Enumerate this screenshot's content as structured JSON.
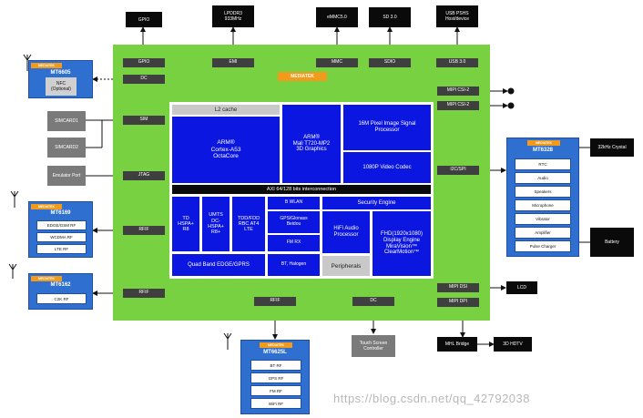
{
  "chip": {
    "brand": "MEDIATEK",
    "top_pins": [
      "GPIO",
      "EMI",
      "MMC",
      "SDIO",
      "USB 3.0"
    ],
    "left_pins": [
      "DC",
      "SIM",
      "JTAG",
      "RFIF",
      "RFIF"
    ],
    "right_pins": [
      "MIPI CSI-2",
      "MIPI CSI-2",
      "I2C/SPI",
      "MIPI DSI",
      "MIPI DPI"
    ],
    "bottom_pins": [
      "RFIF",
      "DC"
    ],
    "l2_cache": "L2 cache",
    "cpu": "ARM®\nCortex-A53\nOctaCore",
    "gpu": "ARM®\nMali T720-MP2\n3D Graphics",
    "isp": "16M Pixel Image Signal\nProcessor",
    "video": "1080P Video Codec",
    "bus": "AXI 64/128 bits interconnection",
    "modem_td": "TD\nHSPA+\nR8",
    "modem_umts": "UMTS\nDC-\nHSPA+\nR8+",
    "modem_lte": "TDD/FDD\nRBC AT4\nLTE",
    "wlan": "B WLAN",
    "gps": "GPS/Glonass\nBeidou",
    "fmrx": "FM RX",
    "bt": "BT, Halogen",
    "security": "Security Engine",
    "audio": "HiFi Audio\nProcessor",
    "display": "FHD(1920x1080)\nDisplay Engine\nMiraVision™\nClearMotion™",
    "quad": "Quad Band EDGE/GPRS",
    "peripherals": "Peripherals"
  },
  "external": {
    "gpio": "GPIO",
    "lpddr": "LPDDR3\n933MHz",
    "emmc": "eMMC5.0",
    "sd": "SD 3.0",
    "usb": "USB PSHS\nHost/device",
    "sim1": "SIMCARD1",
    "sim2": "SIMCARD2",
    "emulator": "Emulator Port",
    "touch": "Touch Screen\nController",
    "lcd": "LCD",
    "mhl": "MHL Bridge",
    "hdtv": "3D HDTV",
    "crystal": "32kHz Crystal",
    "battery": "Battery"
  },
  "companion": {
    "logo": "MEDIATEK",
    "nfc_title": "MT6605",
    "nfc_sub": "NFC\n(Optional)",
    "rf1_title": "MT6169",
    "rf1_rows": [
      "EDGE/GSM RF",
      "WCDMA RF",
      "LTE RF"
    ],
    "rf2_title": "MT6162",
    "rf2_rows": [
      "C2K RF"
    ],
    "conn_title": "MT6625L",
    "conn_rows": [
      "BT RF",
      "GPS RF",
      "FM RF",
      "WiFi RF"
    ],
    "pmic_title": "MT6328",
    "pmic_rows": [
      "RTC",
      "Audio",
      "Speakers",
      "Microphone",
      "Vibrator",
      "Amplifier",
      "Pulse Charger"
    ]
  },
  "watermark": "https://blog.csdn.net/qq_42792038"
}
